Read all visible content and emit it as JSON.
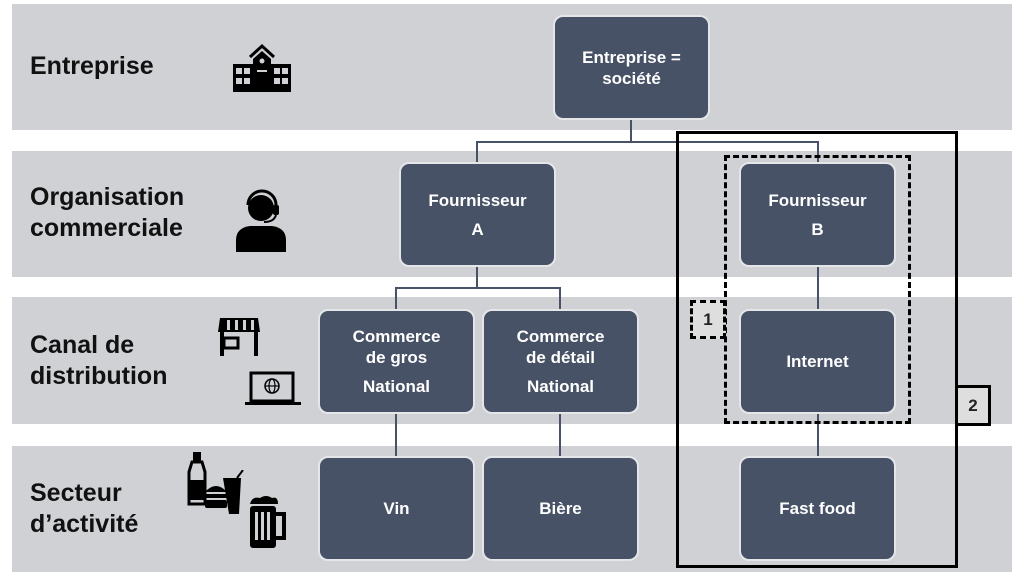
{
  "rows": [
    {
      "label": "Entreprise",
      "icon": "school-building-icon"
    },
    {
      "label": "Organisation\ncommerciale",
      "icon": "headset-agent-icon"
    },
    {
      "label": "Canal de\ndistribution",
      "icons": [
        "storefront-icon",
        "laptop-globe-icon"
      ]
    },
    {
      "label": "Secteur\nd’activité",
      "icons": [
        "bottle-icon",
        "burger-drink-icon",
        "beer-mug-icon"
      ]
    }
  ],
  "nodes": {
    "entreprise": {
      "line1": "Entreprise =",
      "line2": "société"
    },
    "fournisseur_a": {
      "line1": "Fournisseur",
      "line2": "A"
    },
    "fournisseur_b": {
      "line1": "Fournisseur",
      "line2": "B"
    },
    "commerce_gros": {
      "line1": "Commerce",
      "line2": "de gros",
      "line3": "National"
    },
    "commerce_detail": {
      "line1": "Commerce",
      "line2": "de détail",
      "line3": "National"
    },
    "internet": {
      "line1": "Internet"
    },
    "vin": {
      "line1": "Vin"
    },
    "biere": {
      "line1": "Bière"
    },
    "fast_food": {
      "line1": "Fast food"
    }
  },
  "markers": {
    "dashed_frame_tag": "1",
    "solid_frame_tag": "2"
  },
  "colors": {
    "band": "#cfd1d5",
    "node": "#475266",
    "node_text": "#ffffff",
    "frame": "#000000"
  }
}
